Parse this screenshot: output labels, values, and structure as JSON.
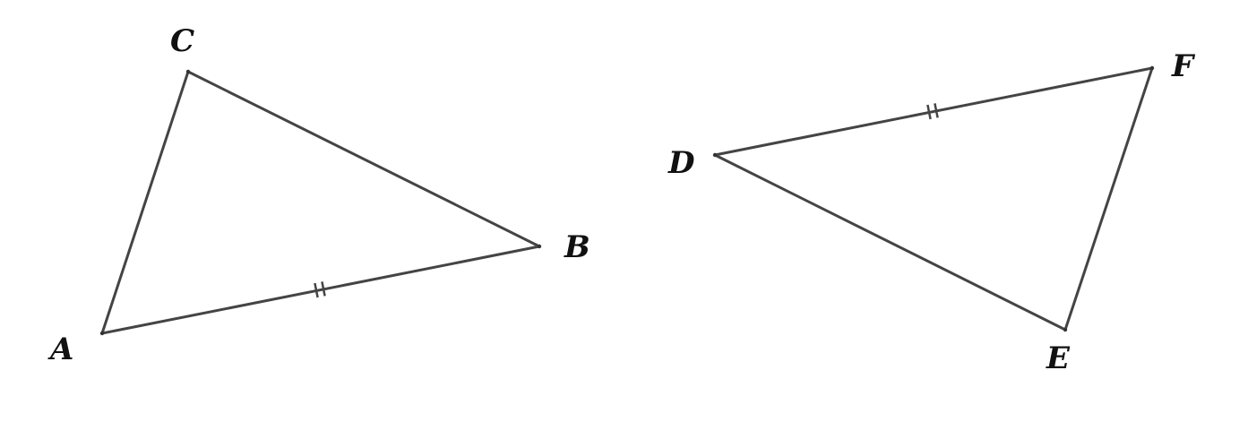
{
  "figure": {
    "triangles": [
      {
        "name": "triangle-abc",
        "vertices": [
          {
            "id": "A",
            "label": "A"
          },
          {
            "id": "B",
            "label": "B"
          },
          {
            "id": "C",
            "label": "C"
          }
        ],
        "sides": [
          {
            "from": "A",
            "to": "B",
            "tick_marks": 2
          },
          {
            "from": "B",
            "to": "C",
            "tick_marks": 0
          },
          {
            "from": "C",
            "to": "A",
            "tick_marks": 0
          }
        ]
      },
      {
        "name": "triangle-def",
        "vertices": [
          {
            "id": "D",
            "label": "D"
          },
          {
            "id": "E",
            "label": "E"
          },
          {
            "id": "F",
            "label": "F"
          }
        ],
        "sides": [
          {
            "from": "D",
            "to": "F",
            "tick_marks": 2
          },
          {
            "from": "D",
            "to": "E",
            "tick_marks": 0
          },
          {
            "from": "E",
            "to": "F",
            "tick_marks": 0
          }
        ]
      }
    ],
    "colors": {
      "line": "#444444",
      "label": "#111111",
      "background": "#ffffff"
    }
  }
}
